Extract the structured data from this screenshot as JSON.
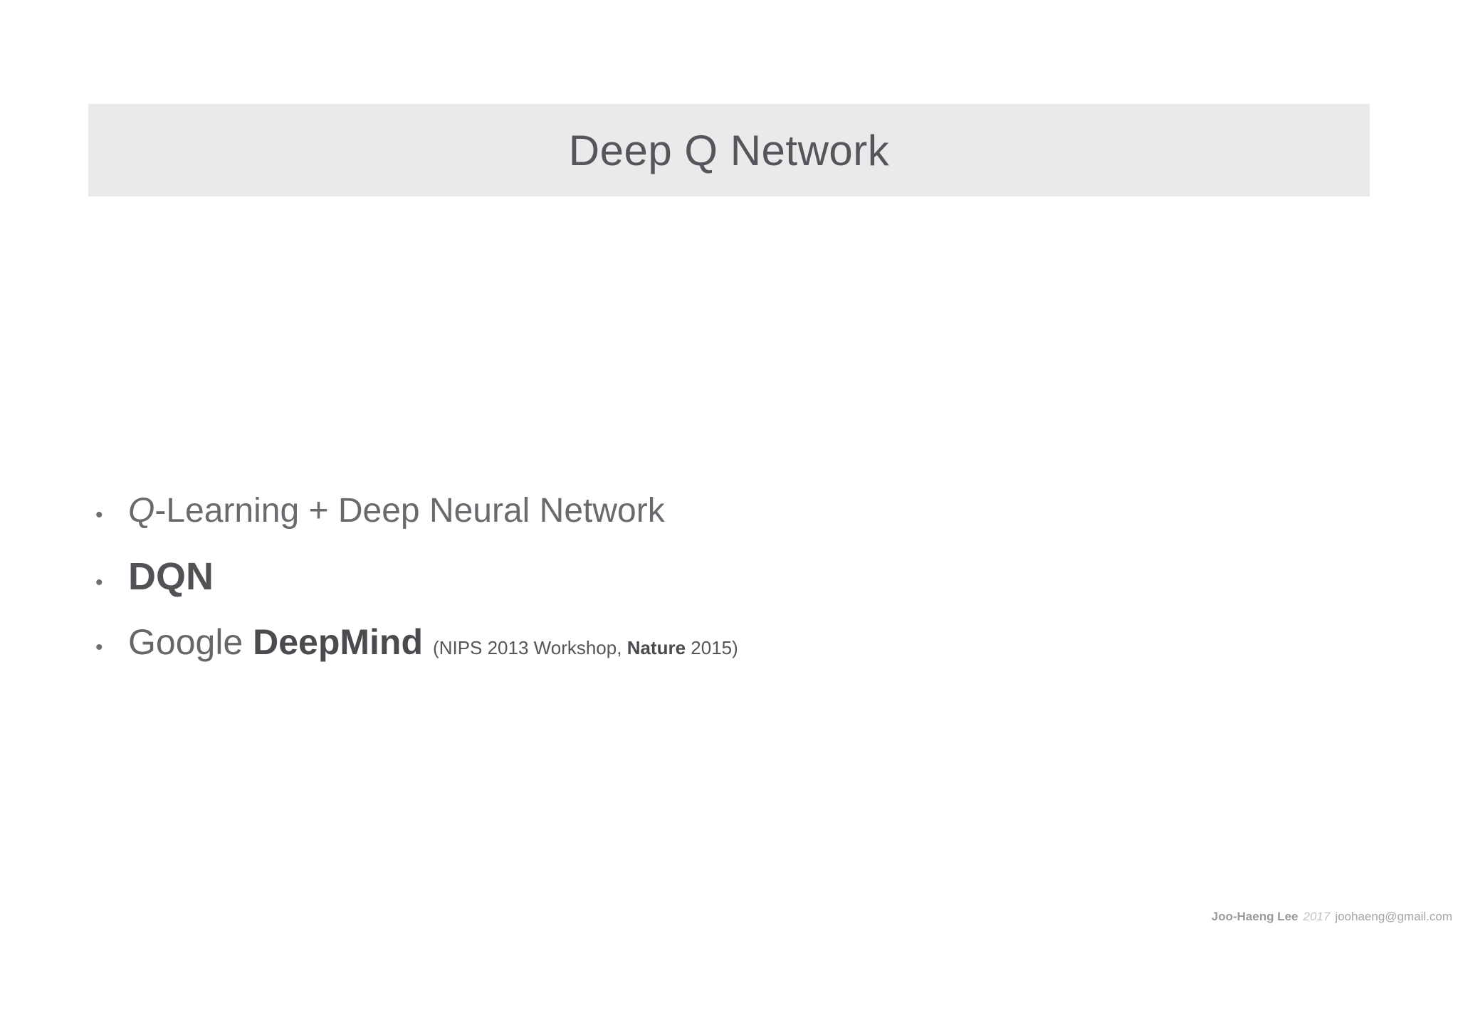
{
  "slide": {
    "title": "Deep Q Network",
    "bullet_glyph": "•",
    "bullets": {
      "item1": {
        "lead_italic": "Q",
        "text": "-Learning + Deep Neural Network"
      },
      "item2": {
        "text": "DQN"
      },
      "item3": {
        "text_regular": "Google ",
        "text_bold": "DeepMind",
        "note_open": "(NIPS 2013 Workshop, ",
        "note_bold": "Nature",
        "note_close": " 2015)"
      }
    },
    "footer": {
      "author": "Joo-Haeng Lee",
      "year": "2017",
      "email": "joohaeng@gmail.com"
    },
    "colors": {
      "header_bar_bg": "#eaeaeb",
      "title_text": "#54565b",
      "body_text": "#696a6d",
      "bold_text": "#4a4b4f",
      "footer_text": "#98999c"
    }
  }
}
